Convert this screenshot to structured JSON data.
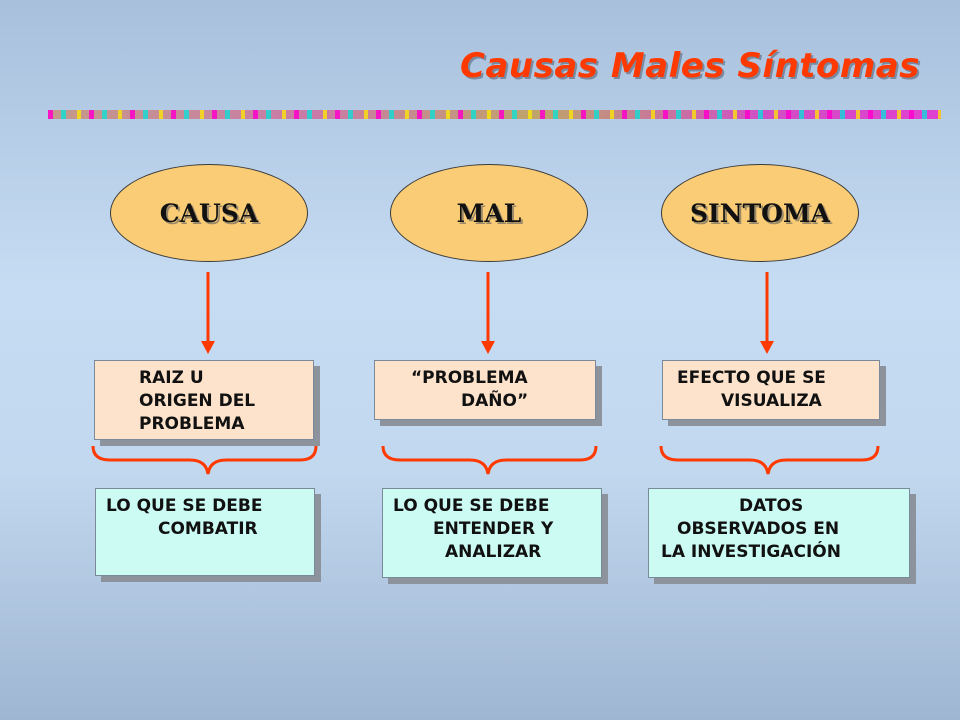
{
  "title": "Causas Males Síntomas",
  "columns": [
    {
      "heading": "CAUSA",
      "definition": [
        "RAIZ U",
        "ORIGEN DEL",
        "PROBLEMA"
      ],
      "action": [
        "LO QUE SE DEBE",
        "COMBATIR"
      ]
    },
    {
      "heading": "MAL",
      "definition": [
        "“PROBLEMA",
        "DAÑO”"
      ],
      "action": [
        "LO QUE SE DEBE",
        "ENTENDER Y",
        "ANALIZAR"
      ]
    },
    {
      "heading": "SINTOMA",
      "definition": [
        "EFECTO QUE SE",
        "VISUALIZA"
      ],
      "action": [
        "DATOS",
        "OBSERVADOS EN",
        "LA INVESTIGACIÓN"
      ]
    }
  ],
  "colors": {
    "title": "#ff3a00",
    "ellipse_fill": "#f9cc75",
    "definition_fill": "#fde3cc",
    "action_fill": "#ccfbf4",
    "connector": "#ff3a00"
  }
}
